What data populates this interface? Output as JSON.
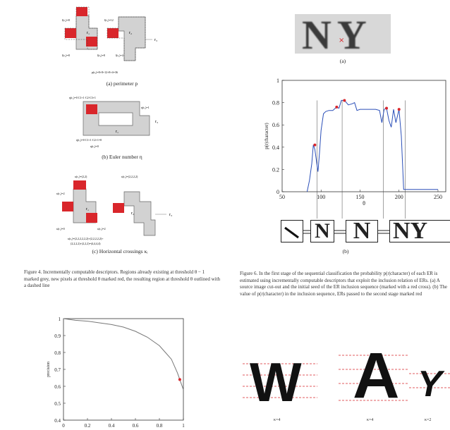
{
  "fig_left": {
    "a": {
      "caption": "(a) perimeter p",
      "region_labels": [
        "r₁",
        "r₂",
        "r₃"
      ],
      "annotations": [
        "l(r₁)=8",
        "l(r₁)=12",
        "l(r₁)=8",
        "l(r₂)=8",
        "l(r₁)=4",
        "p(r₃)=8+8+12+8+4=36"
      ]
    },
    "b": {
      "caption": "(b) Euler number η",
      "region_labels": [
        "r₁",
        "r₃"
      ],
      "annotations": [
        "η(r₁)=0 C1+1·C2-C3+1",
        "η(r₃)=1",
        "η(r₃)=0 C1+1·C2+1=0",
        "η(r₃)=0"
      ]
    },
    "c": {
      "caption": "(c) Horizontal crossings κᵢ",
      "region_labels": [
        "r₁",
        "r₂",
        "r₃"
      ],
      "annotations": [
        "κ(r₁)=2",
        "κ(r₁)=(2,2)",
        "κ(r₂)=(2,2,2,2)",
        "κ(r₁)=0",
        "κ(r₂)=2",
        "κ(r₃)=(2,2,2,2,2,2)+(2,2,2,2,2)+",
        "(2,2,2,2)+(2,2,2)=(4,4,4,4)"
      ]
    },
    "caption": "Figure 4. Incrementally computable descriptors. Regions already existing at threshold θ − 1 marked grey, new pixels at threshold θ marked red, the resulting region at threshold θ outlined with a dashed line"
  },
  "fig_right": {
    "a_letters": "NY",
    "a_caption": "(a)",
    "b_caption": "(b)",
    "strip_letters": [
      "N",
      "N",
      "NY"
    ],
    "caption": "Figure 6. In the first stage of the sequential classification the probability p(r|character) of each ER is estimated using incrementally computable descriptors that exploit the inclusion relation of ERs. (a) A source image cut-out and the initial seed of the ER inclusion sequence (marked with a red cross). (b) The value of p(r|character) in the inclusion sequence, ERs passed to the second stage marked red",
    "bottom_letters": [
      "W",
      "A",
      "Y"
    ],
    "bottom_labels": [
      "κ=4",
      "κ=4",
      "κ=2"
    ]
  },
  "chart_data": [
    {
      "type": "line",
      "title": "",
      "xlabel": "θ",
      "ylabel": "p(r|character)",
      "xlim": [
        50,
        260
      ],
      "ylim": [
        0,
        1
      ],
      "xticks": [
        "50",
        "100",
        "150",
        "200",
        "250"
      ],
      "yticks": [
        "0",
        "0.2",
        "0.4",
        "0.6",
        "0.8",
        "1"
      ],
      "x": [
        82,
        85,
        88,
        90,
        92,
        94,
        96,
        98,
        100,
        103,
        106,
        110,
        115,
        120,
        123,
        126,
        130,
        135,
        140,
        143,
        146,
        150,
        155,
        160,
        165,
        170,
        175,
        178,
        181,
        184,
        187,
        190,
        193,
        196,
        200,
        203,
        206,
        210,
        230,
        250
      ],
      "series": [
        {
          "values": [
            0.0,
            0.1,
            0.25,
            0.42,
            0.38,
            0.28,
            0.18,
            0.35,
            0.55,
            0.7,
            0.72,
            0.73,
            0.73,
            0.76,
            0.75,
            0.82,
            0.82,
            0.78,
            0.79,
            0.8,
            0.73,
            0.74,
            0.74,
            0.74,
            0.74,
            0.74,
            0.73,
            0.62,
            0.74,
            0.75,
            0.64,
            0.58,
            0.74,
            0.62,
            0.74,
            0.5,
            0.02,
            0.02,
            0.02,
            0.02
          ]
        }
      ],
      "marked_red": [
        [
          92,
          0.42
        ],
        [
          120,
          0.76
        ],
        [
          130,
          0.82
        ],
        [
          184,
          0.75
        ],
        [
          200,
          0.74
        ]
      ]
    },
    {
      "type": "line",
      "title": "",
      "xlabel": "",
      "ylabel": "precision",
      "xlim": [
        0,
        1
      ],
      "ylim": [
        0.4,
        1
      ],
      "xticks": [
        "0",
        "0.2",
        "0.4",
        "0.6",
        "0.8",
        "1"
      ],
      "yticks": [
        "0.4",
        "0.5",
        "0.6",
        "0.7",
        "0.8",
        "0.9",
        "1"
      ],
      "x": [
        0,
        0.1,
        0.2,
        0.3,
        0.4,
        0.5,
        0.6,
        0.7,
        0.8,
        0.85,
        0.9,
        0.95,
        0.97,
        1.0
      ],
      "series": [
        {
          "values": [
            1.0,
            0.99,
            0.985,
            0.975,
            0.965,
            0.95,
            0.925,
            0.89,
            0.84,
            0.8,
            0.76,
            0.68,
            0.64,
            0.58
          ]
        }
      ],
      "marked_red": [
        [
          0.97,
          0.64
        ]
      ]
    }
  ]
}
